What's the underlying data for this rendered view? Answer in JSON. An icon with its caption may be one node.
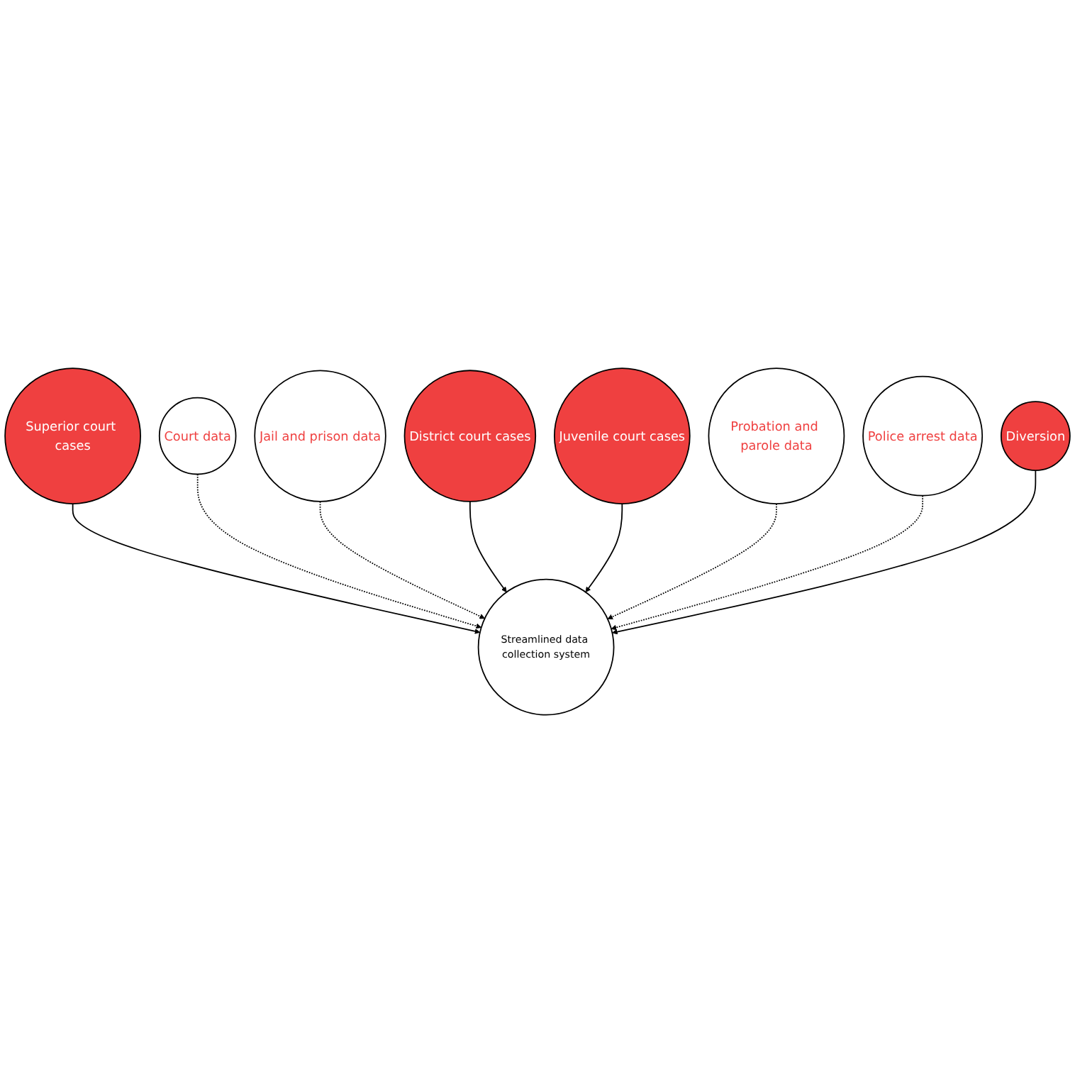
{
  "diagram": {
    "nodes": [
      {
        "text": [
          "Superior court cases"
        ]
      },
      {
        "text": [
          "Court data"
        ]
      },
      {
        "text": [
          "Jail and prison data"
        ]
      },
      {
        "text": [
          "District court cases"
        ]
      },
      {
        "text": [
          "Streamlined data collection system"
        ]
      },
      {
        "text": [
          "Juvenile court cases"
        ]
      },
      {
        "text": [
          "Probation and parole data"
        ]
      },
      {
        "text": [
          "Police arrest data"
        ]
      },
      {
        "text": [
          "Diversion"
        ]
      }
    ],
    "edges": [
      {
        "from": 0,
        "to": 4,
        "arrow": "to"
      },
      {
        "from": 1,
        "to": 4,
        "arrow": "to",
        "style": "dashed"
      },
      {
        "from": 2,
        "to": 4,
        "arrow": "to",
        "style": "dashed"
      },
      {
        "from": 3,
        "to": 4,
        "arrow": "to"
      },
      {
        "from": 5,
        "to": 4,
        "arrow": "to"
      },
      {
        "from": 6,
        "to": 4,
        "arrow": "to",
        "style": "dashed"
      },
      {
        "from": 7,
        "to": 4,
        "arrow": "to",
        "style": "dashed"
      },
      {
        "from": 8,
        "to": 4,
        "arrow": "to"
      }
    ]
  }
}
